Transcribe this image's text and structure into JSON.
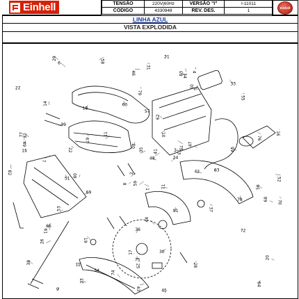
{
  "brand": {
    "logo_text": "Einhell",
    "badge_text": "Einhell"
  },
  "header": {
    "rows": [
      {
        "label1": "TENSÃO",
        "value1": "220V|60Hz",
        "label2": "VERSÃO \"I\"",
        "value2": "I-11011"
      },
      {
        "label1": "CÓDIGO",
        "value1": "4330948",
        "label2": "REV. DES.",
        "value2": "1"
      }
    ]
  },
  "line_title": "LINHA AZUL",
  "view_title": "VISTA EXPLODIDA",
  "colors": {
    "brand_red": "#d81e05",
    "line_blue": "#1f3f99"
  },
  "part_numbers": [
    "1",
    "2",
    "3",
    "4",
    "5",
    "6",
    "7",
    "8",
    "9",
    "10",
    "11",
    "12",
    "13",
    "14",
    "15",
    "16",
    "17",
    "18",
    "19",
    "20",
    "21",
    "22",
    "23",
    "24",
    "25",
    "26",
    "27",
    "28",
    "29",
    "30",
    "31",
    "32",
    "33",
    "34",
    "35",
    "36",
    "37",
    "38",
    "39",
    "40",
    "41",
    "42",
    "43",
    "44",
    "45",
    "46",
    "47",
    "48",
    "49",
    "50",
    "51",
    "52",
    "53",
    "54",
    "55",
    "56",
    "57",
    "58",
    "59",
    "60",
    "61",
    "62",
    "63",
    "64",
    "65",
    "66",
    "67",
    "68",
    "69",
    "70",
    "71",
    "72",
    "73",
    "74",
    "75",
    "76",
    "77",
    "78",
    "79",
    "80",
    "81",
    "82",
    "83"
  ]
}
